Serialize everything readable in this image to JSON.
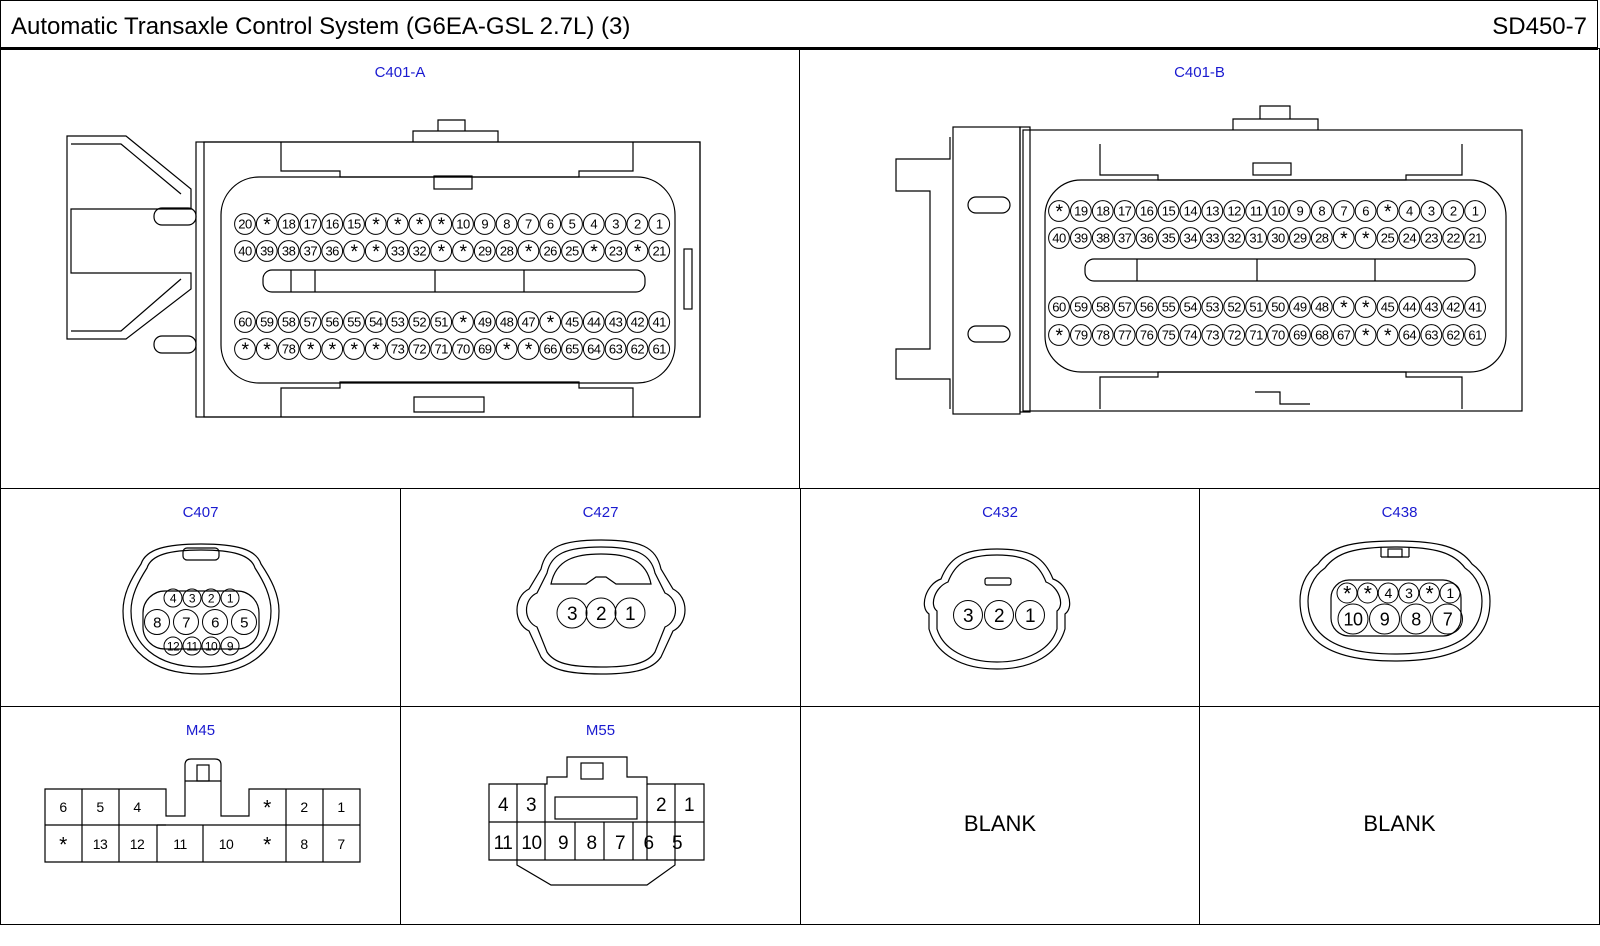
{
  "header": {
    "title": "Automatic Transaxle Control System (G6EA-GSL 2.7L) (3)",
    "code": "SD450-7"
  },
  "connectors": {
    "c401a": {
      "name": "C401-A",
      "rows": [
        [
          "20",
          "*",
          "18",
          "17",
          "16",
          "15",
          "*",
          "*",
          "*",
          "*",
          "10",
          "9",
          "8",
          "7",
          "6",
          "5",
          "4",
          "3",
          "2",
          "1"
        ],
        [
          "40",
          "39",
          "38",
          "37",
          "36",
          "*",
          "*",
          "33",
          "32",
          "*",
          "*",
          "29",
          "28",
          "*",
          "26",
          "25",
          "*",
          "23",
          "*",
          "21"
        ],
        [
          "60",
          "59",
          "58",
          "57",
          "56",
          "55",
          "54",
          "53",
          "52",
          "51",
          "*",
          "49",
          "48",
          "47",
          "*",
          "45",
          "44",
          "43",
          "42",
          "41"
        ],
        [
          "*",
          "*",
          "78",
          "*",
          "*",
          "*",
          "*",
          "73",
          "72",
          "71",
          "70",
          "69",
          "*",
          "*",
          "66",
          "65",
          "64",
          "63",
          "62",
          "61"
        ]
      ]
    },
    "c401b": {
      "name": "C401-B",
      "rows": [
        [
          "*",
          "19",
          "18",
          "17",
          "16",
          "15",
          "14",
          "13",
          "12",
          "11",
          "10",
          "9",
          "8",
          "7",
          "6",
          "*",
          "4",
          "3",
          "2",
          "1"
        ],
        [
          "40",
          "39",
          "38",
          "37",
          "36",
          "35",
          "34",
          "33",
          "32",
          "31",
          "30",
          "29",
          "28",
          "*",
          "*",
          "25",
          "24",
          "23",
          "22",
          "21"
        ],
        [
          "60",
          "59",
          "58",
          "57",
          "56",
          "55",
          "54",
          "53",
          "52",
          "51",
          "50",
          "49",
          "48",
          "*",
          "*",
          "45",
          "44",
          "43",
          "42",
          "41"
        ],
        [
          "*",
          "79",
          "78",
          "77",
          "76",
          "75",
          "74",
          "73",
          "72",
          "71",
          "70",
          "69",
          "68",
          "67",
          "*",
          "*",
          "64",
          "63",
          "62",
          "61"
        ]
      ]
    },
    "c407": {
      "name": "C407",
      "rows": [
        [
          "4",
          "3",
          "2",
          "1"
        ],
        [
          "8",
          "7",
          "6",
          "5"
        ],
        [
          "12",
          "11",
          "10",
          "9"
        ]
      ]
    },
    "c427": {
      "name": "C427",
      "pins": [
        "3",
        "2",
        "1"
      ]
    },
    "c432": {
      "name": "C432",
      "pins": [
        "3",
        "2",
        "1"
      ]
    },
    "c438": {
      "name": "C438",
      "rows": [
        [
          "*",
          "*",
          "4",
          "3",
          "*",
          "1"
        ],
        [
          "10",
          "9",
          "8",
          "7"
        ]
      ]
    },
    "m45": {
      "name": "M45",
      "left_top": [
        "6",
        "5",
        "4"
      ],
      "left_bottom": [
        "*",
        "13",
        "12"
      ],
      "mid_bottom": [
        "11",
        "10"
      ],
      "right_top": [
        "*",
        "2",
        "1"
      ],
      "right_bottom": [
        "*",
        "8",
        "7"
      ]
    },
    "m55": {
      "name": "M55",
      "top_left": [
        "4",
        "3"
      ],
      "top_right": [
        "2",
        "1"
      ],
      "bottom": [
        "11",
        "10",
        "9",
        "8",
        "7",
        "6",
        "5"
      ]
    }
  },
  "blanks": {
    "cell7": "BLANK",
    "cell8": "BLANK"
  }
}
